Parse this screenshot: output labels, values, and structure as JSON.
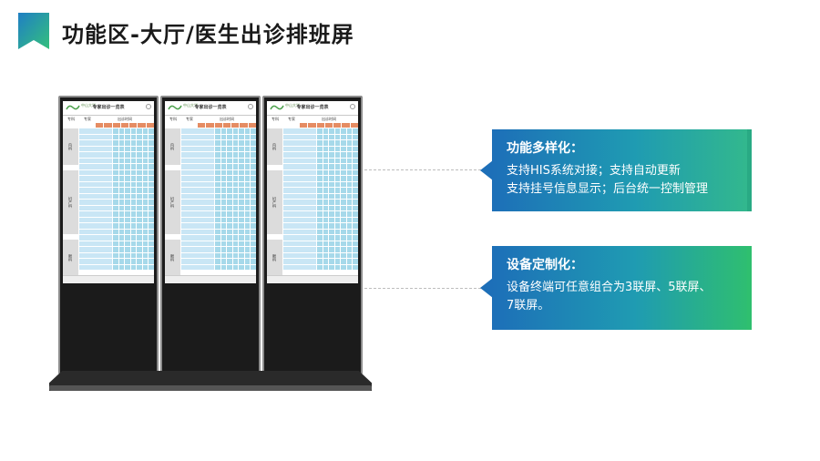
{
  "page": {
    "title": "功能区-大厅/医生出诊排班屏"
  },
  "kiosk": {
    "screen_title": "专家出诊一览表",
    "logo_text": "中山大学",
    "col_dept": "专科",
    "col_doctor": "专家",
    "col_time": "出诊时间",
    "depts_a": [
      "内",
      "科"
    ],
    "depts_b": [
      "妇",
      "产",
      "科"
    ],
    "depts_c": [
      "眼",
      "科"
    ]
  },
  "callouts": [
    {
      "title": "功能多样化：",
      "lines": [
        "支持HIS系统对接；支持自动更新",
        "支持挂号信息显示；后台统一控制管理"
      ]
    },
    {
      "title": "设备定制化：",
      "lines": [
        "设备终端可任意组合为3联屏、5联屏、",
        "7联屏。"
      ]
    }
  ],
  "colors": {
    "accent_blue": "#1d6fb8",
    "accent_teal": "#1f9bb2",
    "accent_green": "#33b98c",
    "table_cell": "#a6d9ea",
    "table_header": "#e58c63"
  }
}
